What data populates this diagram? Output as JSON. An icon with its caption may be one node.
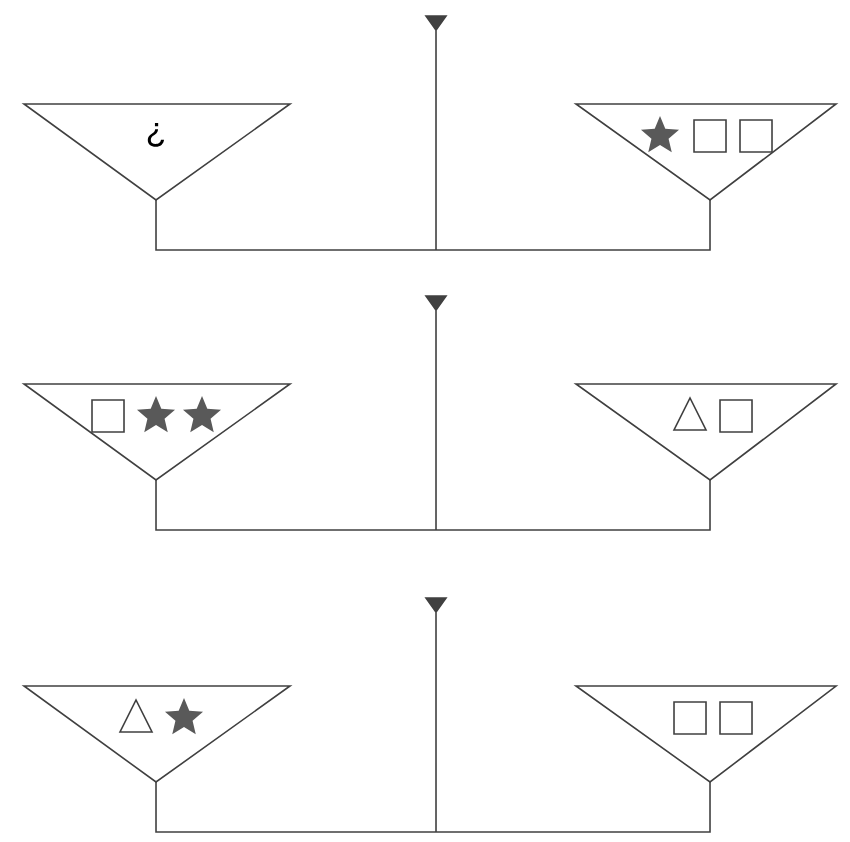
{
  "diagram": {
    "nodes": [
      {
        "text": [
          "¿"
        ]
      },
      {
        "text": [],
        "shape": "triangle"
      },
      {
        "text": [],
        "shape": "triangle"
      },
      {
        "text": [],
        "shape": "triangle"
      },
      {
        "text": [],
        "shape": "triangle"
      },
      {
        "text": [],
        "shape": "triangle"
      }
    ]
  }
}
